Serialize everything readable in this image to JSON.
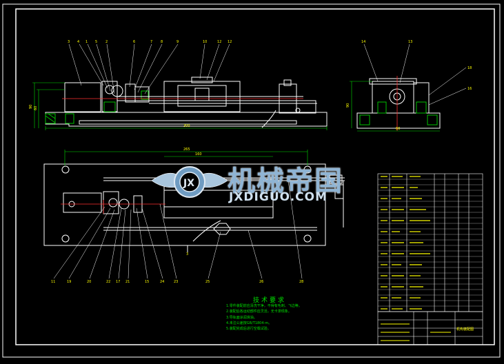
{
  "drawing": {
    "callouts_front_view": [
      "3",
      "4",
      "1",
      "5",
      "2",
      "6",
      "7",
      "8",
      "9",
      "10",
      "12"
    ],
    "callouts_side_view": [
      "14",
      "13",
      "18",
      "16"
    ],
    "callouts_plan_view": [
      "11",
      "19",
      "20",
      "22",
      "17",
      "21",
      "15",
      "24",
      "23",
      "25",
      "26",
      "28"
    ],
    "dimension_labels": [
      "90",
      "160",
      "60",
      "300",
      "265"
    ],
    "tech_requirements_title": "技术要求",
    "tech_requirements": [
      "1.零件装配前应清洗干净，不得有毛刺、飞边等。",
      "2.装配后各运动部件应灵活，无卡滞现象。",
      "3.导轨面涂润滑油。",
      "4.未注公差按GB/T1804-m。",
      "5.装配完成后进行空载试验。"
    ],
    "title_block_name": "机构装配图",
    "colors": {
      "background": "#000000",
      "frame": "#ffffff",
      "part": "#ffffff",
      "dimension": "#00ff00",
      "center": "#ff3030",
      "hatch": "#00c000",
      "text": "#ffff00"
    }
  },
  "watermark": {
    "chinese": "机械帝国",
    "english": "JXDIGUO.COM",
    "icon": "gear-wings-logo-icon"
  }
}
